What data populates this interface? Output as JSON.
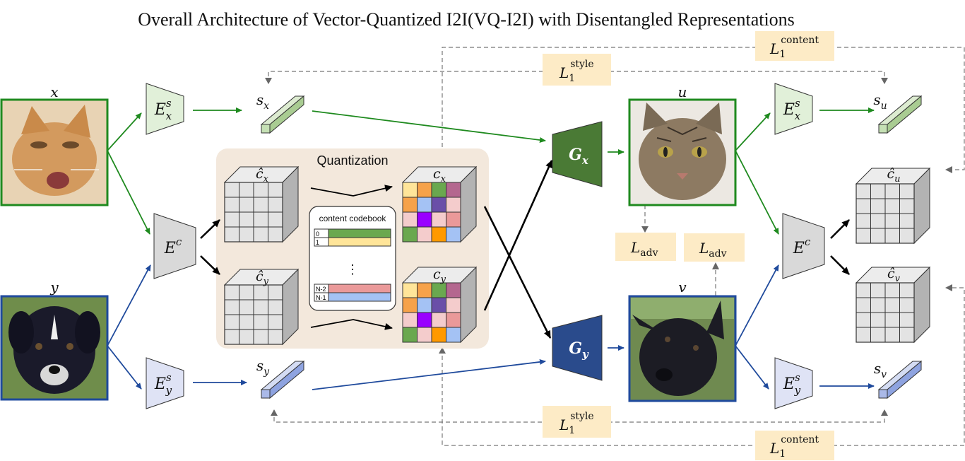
{
  "title": "Overall Architecture of Vector-Quantized I2I(VQ-I2I) with Disentangled Representations",
  "inputs": {
    "x_label": "x",
    "y_label": "y",
    "x_image": "ginger-cat-photo",
    "y_image": "black-puppy-photo"
  },
  "outputs": {
    "u_label": "u",
    "v_label": "v",
    "u_image": "tabby-cat-photo",
    "v_image": "black-dog-photo"
  },
  "encoders": {
    "style_enc_sym": "E",
    "style_sup": "s",
    "style_sub_x": "x",
    "style_sub_y": "y",
    "content_enc_sym": "E",
    "content_sup": "c"
  },
  "style_codes": {
    "sym": "s",
    "sub_x": "x",
    "sub_y": "y",
    "sub_u": "u",
    "sub_v": "v"
  },
  "content_codes": {
    "sym": "c",
    "hat_sym": "ĉ",
    "sub_x": "x",
    "sub_y": "y",
    "sub_u": "u",
    "sub_v": "v"
  },
  "quantization": {
    "label": "Quantization",
    "codebook_title": "content codebook",
    "rows": [
      {
        "index": "0",
        "color": "#6aa84f"
      },
      {
        "index": "1",
        "color": "#ffe599"
      },
      {
        "index": "N-2",
        "color": "#ea9999"
      },
      {
        "index": "N-1",
        "color": "#a4c2f4"
      }
    ],
    "ellipsis": "⋮"
  },
  "generators": {
    "sym": "G",
    "sub_x": "x",
    "sub_y": "y",
    "color_x": "#4a7a35",
    "color_y": "#2a4b8c"
  },
  "losses": {
    "L": "L",
    "sub_1": "1",
    "style_sup": "style",
    "content_sup": "content",
    "adv_sub": "adv"
  },
  "colors": {
    "green": "#1f8a1f",
    "blue": "#1f4a9c",
    "loss_bg": "#fdebc6",
    "quant_bg": "#f3e8dc",
    "encoder_green": "#e1f0d9",
    "encoder_blue": "#dfe3f5",
    "encoder_gray": "#d9d9d9",
    "style_green": "#c5e0b4",
    "style_blue": "#aab9e8"
  },
  "code_grid_colors": [
    [
      "#ffe599",
      "#f6a24a",
      "#6aa84f",
      "#b4678f"
    ],
    [
      "#f6a24a",
      "#a4c2f4",
      "#6a4fa8",
      "#f4cccc"
    ],
    [
      "#f4cccc",
      "#9900ff",
      "#f4cccc",
      "#ea9999"
    ],
    [
      "#6aa84f",
      "#f4cccc",
      "#ff9900",
      "#a4c2f4"
    ]
  ]
}
